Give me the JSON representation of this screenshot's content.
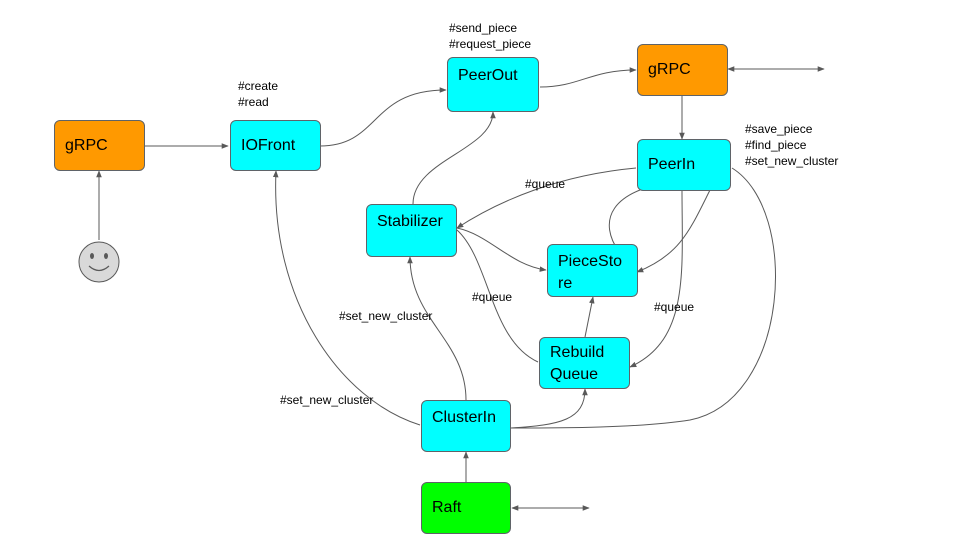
{
  "nodes": {
    "grpc_left": "gRPC",
    "iofront": "IOFront",
    "peerout": "PeerOut",
    "grpc_right": "gRPC",
    "peerin": "PeerIn",
    "stabilizer": "Stabilizer",
    "piecestore": "PieceStore",
    "rebuild_queue": "Rebuild Queue",
    "clusterin": "ClusterIn",
    "raft": "Raft"
  },
  "annotations": {
    "iofront_ops": "#create\n#read",
    "peerout_ops": "#send_piece\n#request_piece",
    "peerin_ops": "#save_piece\n#find_piece\n#set_new_cluster",
    "queue_peerin_stabilizer": "#queue",
    "queue_stabilizer_rebuild": "#queue",
    "queue_peerin_rebuild": "#queue",
    "set_new_cluster_stabilizer": "#set_new_cluster",
    "set_new_cluster_iofront": "#set_new_cluster"
  },
  "colors": {
    "grpc": "#ff9900",
    "component": "#00ffff",
    "raft": "#00ff00",
    "border": "#5f6368",
    "edge": "#595959"
  },
  "icons": {
    "user": "smiley-face-icon"
  }
}
